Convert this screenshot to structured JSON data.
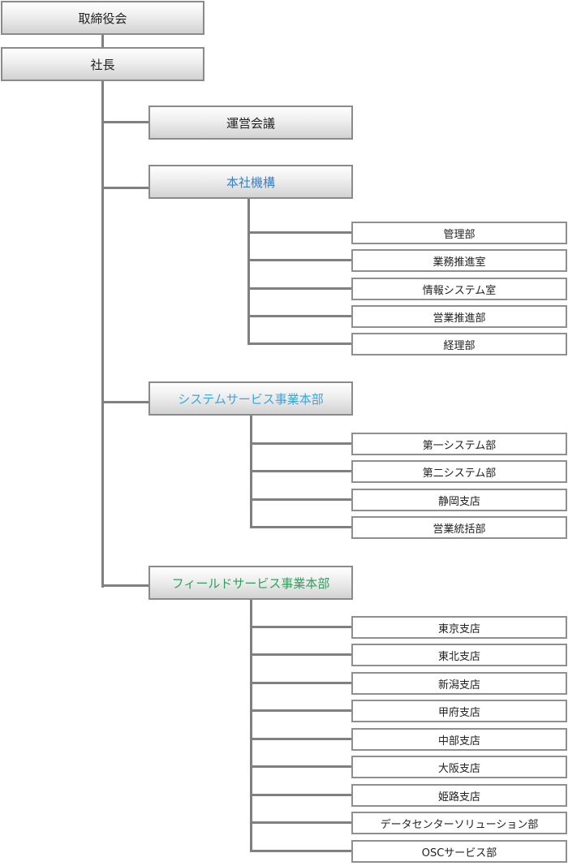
{
  "colors": {
    "line": "#808080",
    "box_border": "#8a8a8a",
    "text_default": "#222222",
    "honsha": "#3a7fc4",
    "system": "#37a6e0",
    "field": "#2fa05a"
  },
  "org": {
    "board": "取締役会",
    "president": "社長",
    "meeting": "運営会議",
    "headquarters": {
      "name": "本社機構",
      "depts": [
        "管理部",
        "業務推進室",
        "情報システム室",
        "営業推進部",
        "経理部"
      ]
    },
    "system_div": {
      "name": "システムサービス事業本部",
      "depts": [
        "第一システム部",
        "第二システム部",
        "静岡支店",
        "営業統括部"
      ]
    },
    "field_div": {
      "name": "フィールドサービス事業本部",
      "depts": [
        "東京支店",
        "東北支店",
        "新潟支店",
        "甲府支店",
        "中部支店",
        "大阪支店",
        "姫路支店",
        "データセンターソリューション部",
        "OSCサービス部"
      ]
    }
  }
}
